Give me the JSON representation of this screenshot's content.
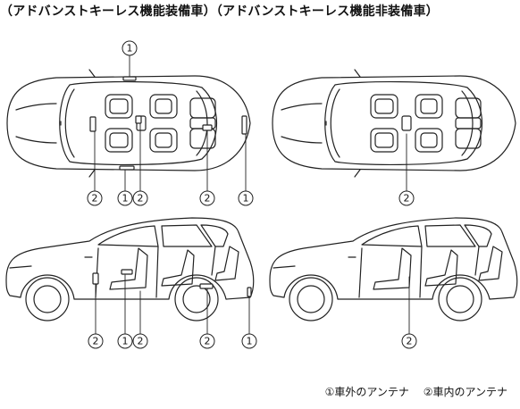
{
  "header": {
    "title": "（アドバンストキーレス機能装備車）（アドバンストキーレス機能非装備車）"
  },
  "callout_marks": {
    "exterior": "1",
    "interior": "2"
  },
  "legend": {
    "exterior": "①車外のアンテナ",
    "interior": "②車内のアンテナ"
  }
}
